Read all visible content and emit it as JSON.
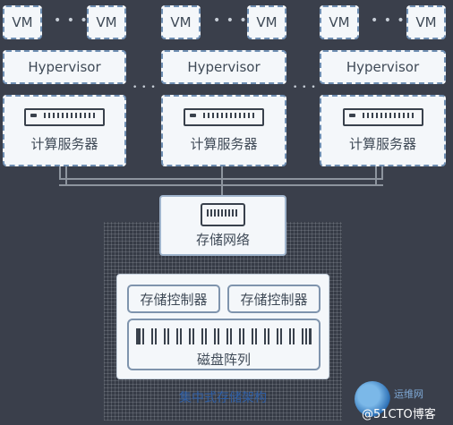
{
  "vm_label": "VM",
  "ellipsis": "• • •",
  "hypervisor_label": "Hypervisor",
  "compute_server_label": "计算服务器",
  "storage_network_label": "存储网络",
  "storage_controller_label": "存储控制器",
  "disk_array_label": "磁盘阵列",
  "storage_area_caption": "集中式存储架构",
  "watermark": {
    "top": "运维网",
    "text": "@51CTO博客"
  },
  "colors": {
    "background": "#3a3f4b",
    "node_fill": "#f4f7fa",
    "node_border": "#6f8fb3",
    "wire": "#8d949e"
  },
  "icons": [
    "server-rack-icon",
    "network-switch-icon",
    "disk-array-icon"
  ]
}
